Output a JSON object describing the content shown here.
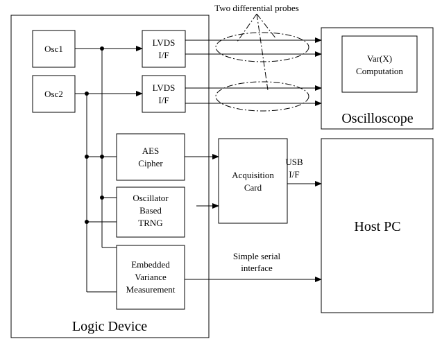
{
  "colors": {
    "stroke": "#000000",
    "background": "#ffffff"
  },
  "labels": {
    "probes_title": "Two differential probes",
    "osc1": "Osc1",
    "osc2": "Osc2",
    "lvds1": [
      "LVDS",
      "I/F"
    ],
    "lvds2": [
      "LVDS",
      "I/F"
    ],
    "aes": [
      "AES",
      "Cipher"
    ],
    "trng": [
      "Oscillator",
      "Based",
      "TRNG"
    ],
    "evm": [
      "Embedded",
      "Variance",
      "Measurement"
    ],
    "acq": [
      "Acquisition",
      "Card"
    ],
    "usb": [
      "USB",
      "I/F"
    ],
    "serial": [
      "Simple serial",
      "interface"
    ],
    "var_comp": [
      "Var(X)",
      "Computation"
    ],
    "oscilloscope": "Oscilloscope",
    "host_pc": "Host PC",
    "logic_device": "Logic Device"
  }
}
